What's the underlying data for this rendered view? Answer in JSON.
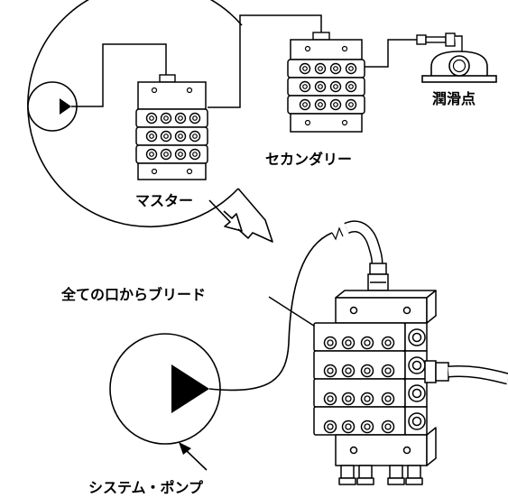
{
  "labels": {
    "master": "マスター",
    "secondary": "セカンダリー",
    "lube_point": "潤滑点",
    "bleed_all_ports": "全ての口からブリード",
    "system_pump": "システム・ポンプ"
  },
  "colors": {
    "ink": "#000000",
    "paper": "#ffffff"
  }
}
